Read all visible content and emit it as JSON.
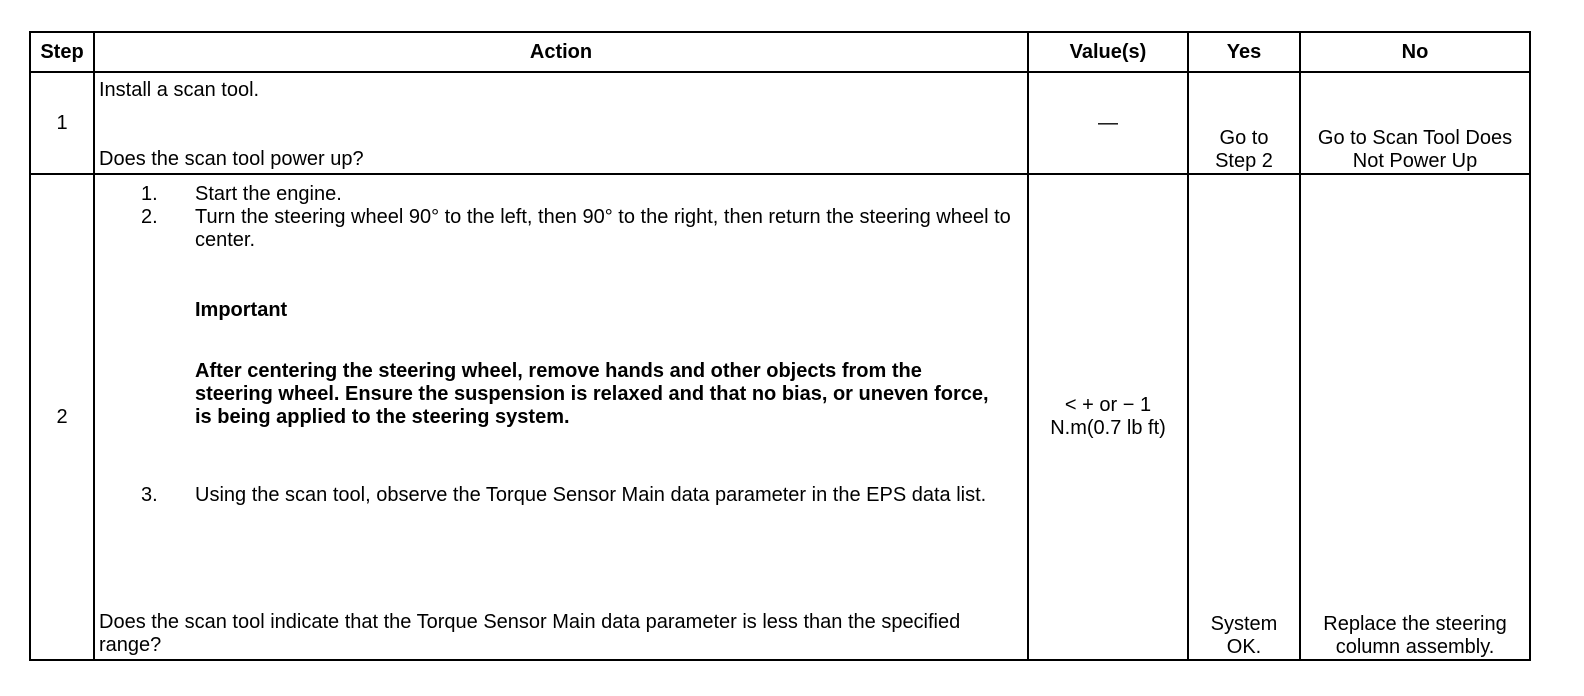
{
  "table": {
    "headers": {
      "step": "Step",
      "action": "Action",
      "values": "Value(s)",
      "yes": "Yes",
      "no": "No"
    },
    "rows": [
      {
        "step": "1",
        "instruction": "Install a scan tool.",
        "question": "Does the scan tool power up?",
        "value": "—",
        "yes": "Go to Step 2",
        "no": "Go to Scan Tool Does Not Power Up"
      },
      {
        "step": "2",
        "items": [
          {
            "num": "1.",
            "text": "Start the engine."
          },
          {
            "num": "2.",
            "text": "Turn the steering wheel 90° to the left, then 90° to the right, then return the steering wheel to center."
          },
          {
            "num": "3.",
            "text": "Using the scan tool, observe the Torque Sensor Main data parameter in the EPS data list."
          }
        ],
        "important_title": "Important",
        "important_text": "After centering the steering wheel, remove hands and other objects from the steering wheel. Ensure the suspension is relaxed and that no bias, or uneven force, is being applied to the steering system.",
        "question": "Does the scan tool indicate that the Torque Sensor Main data parameter is less than the specified range?",
        "value": "< + or − 1 N.m(0.7 lb ft)",
        "yes": "System OK.",
        "no": "Replace the steering column assembly."
      }
    ]
  }
}
